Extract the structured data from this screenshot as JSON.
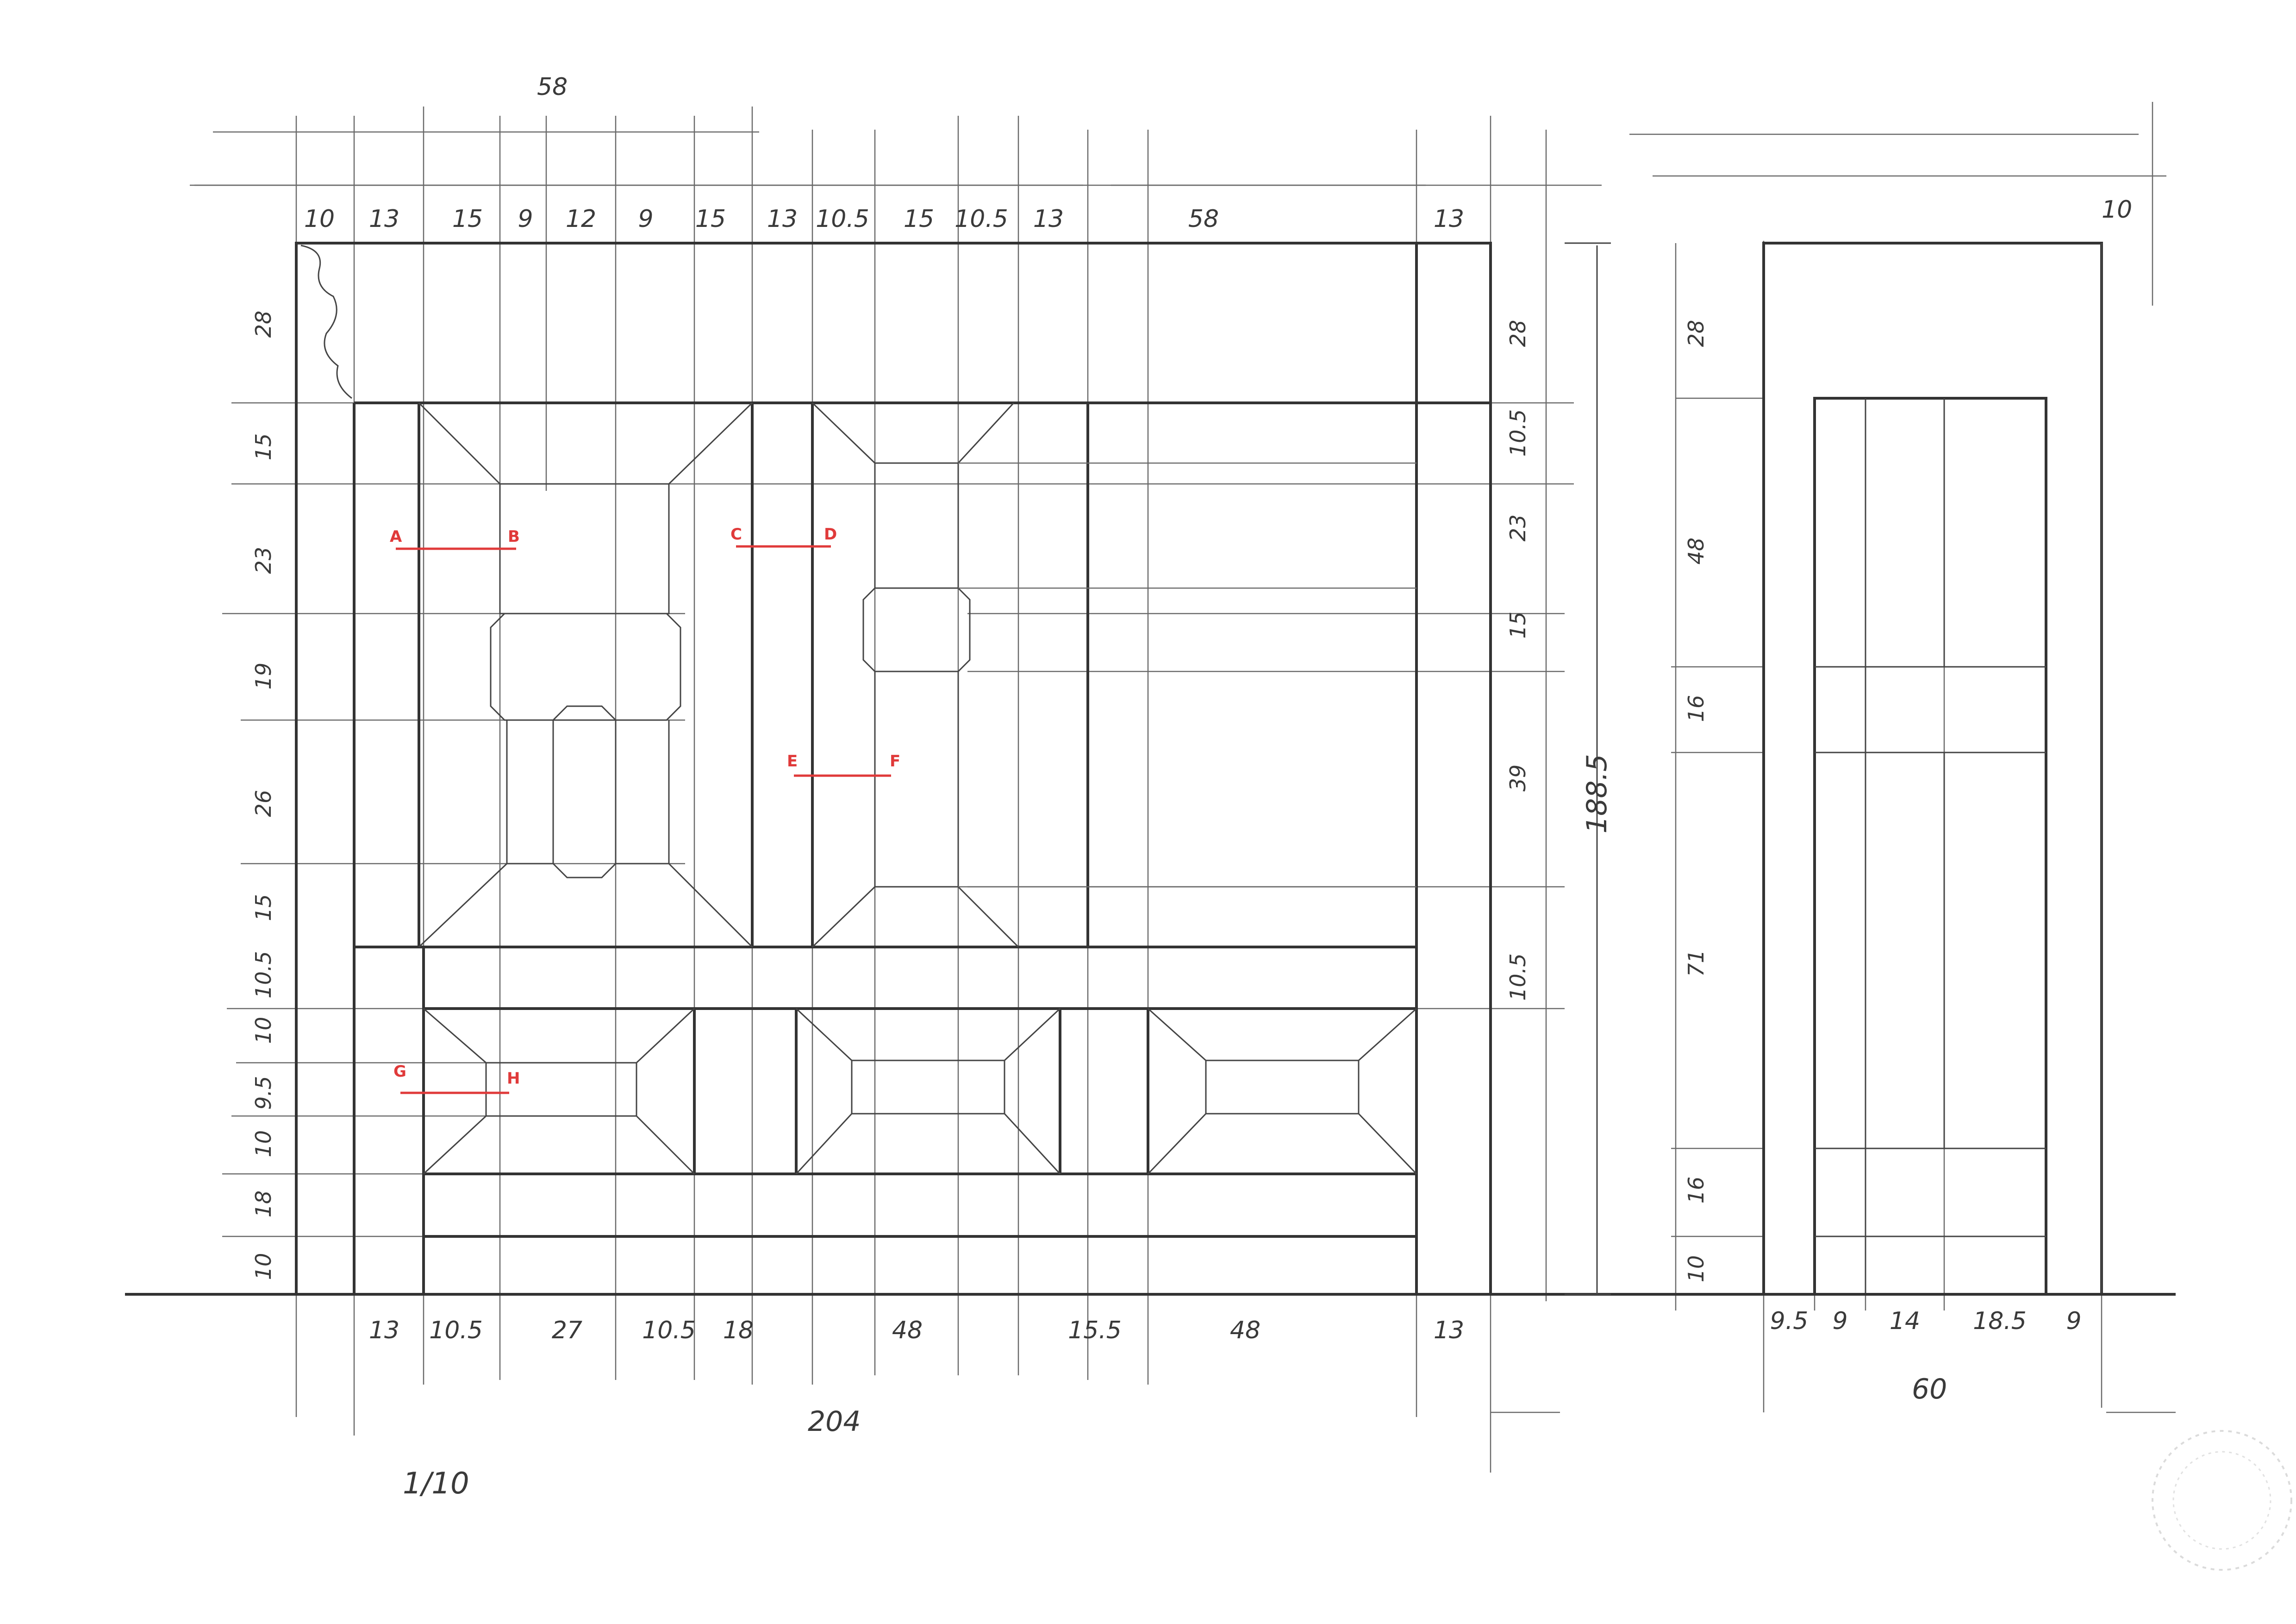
{
  "scale": "1/10",
  "top_overall": "58",
  "top_dims": [
    "10",
    "13",
    "15",
    "9",
    "12",
    "9",
    "15",
    "13",
    "10.5",
    "15",
    "10.5",
    "13",
    "58",
    "13"
  ],
  "bottom_dims": [
    "13",
    "10.5",
    "27",
    "10.5",
    "18",
    "48",
    "15.5",
    "48",
    "13"
  ],
  "bottom_total": "204",
  "left_dims": [
    "28",
    "15",
    "23",
    "19",
    "26",
    "15",
    "10.5",
    "10",
    "9.5",
    "10",
    "18",
    "10"
  ],
  "mid_right_dims": [
    "28",
    "10.5",
    "23",
    "15",
    "39",
    "10.5"
  ],
  "overall_height": "188.5",
  "side_top": "10",
  "side_left_dims": [
    "28",
    "48",
    "16",
    "71",
    "16",
    "10"
  ],
  "side_bottom_dims": [
    "9.5",
    "9",
    "14",
    "18.5",
    "9"
  ],
  "side_total": "60",
  "markers": [
    {
      "from": "A",
      "to": "B"
    },
    {
      "from": "C",
      "to": "D"
    },
    {
      "from": "E",
      "to": "F"
    },
    {
      "from": "G",
      "to": "H"
    }
  ],
  "colors": {
    "ink": "#333333",
    "annotation": "#e03a3a",
    "paper": "#ffffff"
  }
}
